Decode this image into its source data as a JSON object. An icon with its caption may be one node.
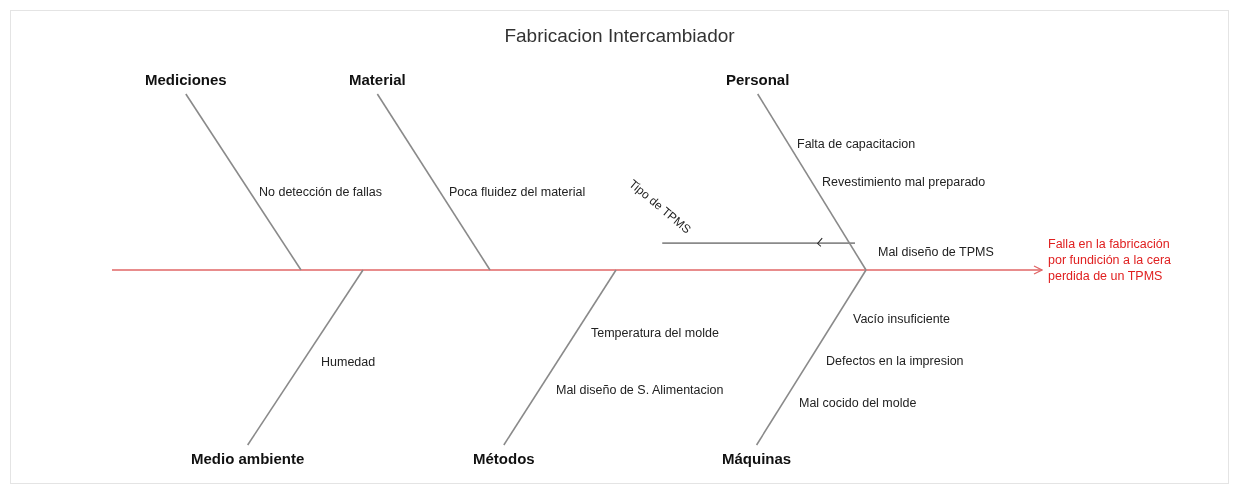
{
  "diagram": {
    "title": "Fabricacion Intercambiador",
    "nodes": [
      {
        "text": [
          "Mediciones"
        ]
      },
      {
        "text": [
          "Material"
        ]
      },
      {
        "text": [
          "Personal"
        ]
      },
      {
        "text": [
          "Medio ambiente"
        ]
      },
      {
        "text": [
          "Métodos"
        ]
      },
      {
        "text": [
          "Máquinas"
        ]
      },
      {
        "text": [
          "Falla en la fabricación por fundición a la cera perdida de un TPMS"
        ]
      },
      {
        "text": [
          "Tipo de TPMS"
        ]
      }
    ],
    "edges": [
      {
        "from": null,
        "to": 6,
        "arrow": "to",
        "color": "#e06666"
      },
      {
        "from": 0,
        "to": null,
        "arrow": "none"
      },
      {
        "from": 1,
        "to": null,
        "arrow": "none"
      },
      {
        "from": 2,
        "to": null,
        "arrow": "none"
      },
      {
        "from": 3,
        "to": null,
        "arrow": "none"
      },
      {
        "from": 4,
        "to": null,
        "arrow": "none"
      },
      {
        "from": 5,
        "to": null,
        "arrow": "none"
      },
      {
        "from": 7,
        "to": null,
        "arrow": "none"
      }
    ],
    "labels": [
      "Falta de capacitacion",
      "Revestimiento mal preparado",
      "No detección de fallas",
      "Poca fluidez del material",
      "L",
      "Mal diseño de TPMS",
      "Vacío insuficiente",
      "Temperatura del molde",
      "Humedad",
      "Defectos en la impresion",
      "Mal diseño de S. Alimentacion",
      "Mal cocido del molde"
    ]
  }
}
